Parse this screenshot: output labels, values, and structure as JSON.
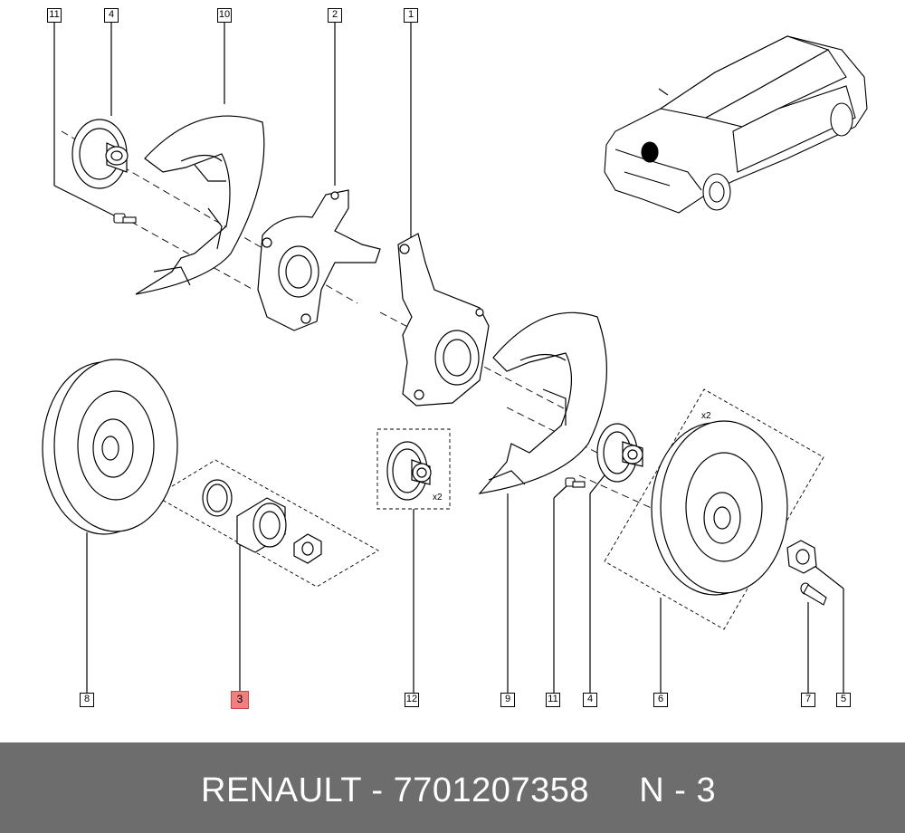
{
  "callouts": {
    "c11_top": "11",
    "c4_top": "4",
    "c10": "10",
    "c2": "2",
    "c1": "1",
    "c8": "8",
    "c3": "3",
    "c12": "12",
    "c9": "9",
    "c11_bottom": "11",
    "c4_bottom": "4",
    "c6": "6",
    "c7": "7",
    "c5": "5"
  },
  "multipliers": {
    "hub_group": "x2",
    "disc_group": "x2"
  },
  "footer": {
    "brand": "RENAULT",
    "separator": "-",
    "part_number": "7701207358",
    "position_label": "N - 3",
    "background_color": "#6d6d6d",
    "text_color": "#ffffff"
  },
  "highlight_color": "#f08080"
}
